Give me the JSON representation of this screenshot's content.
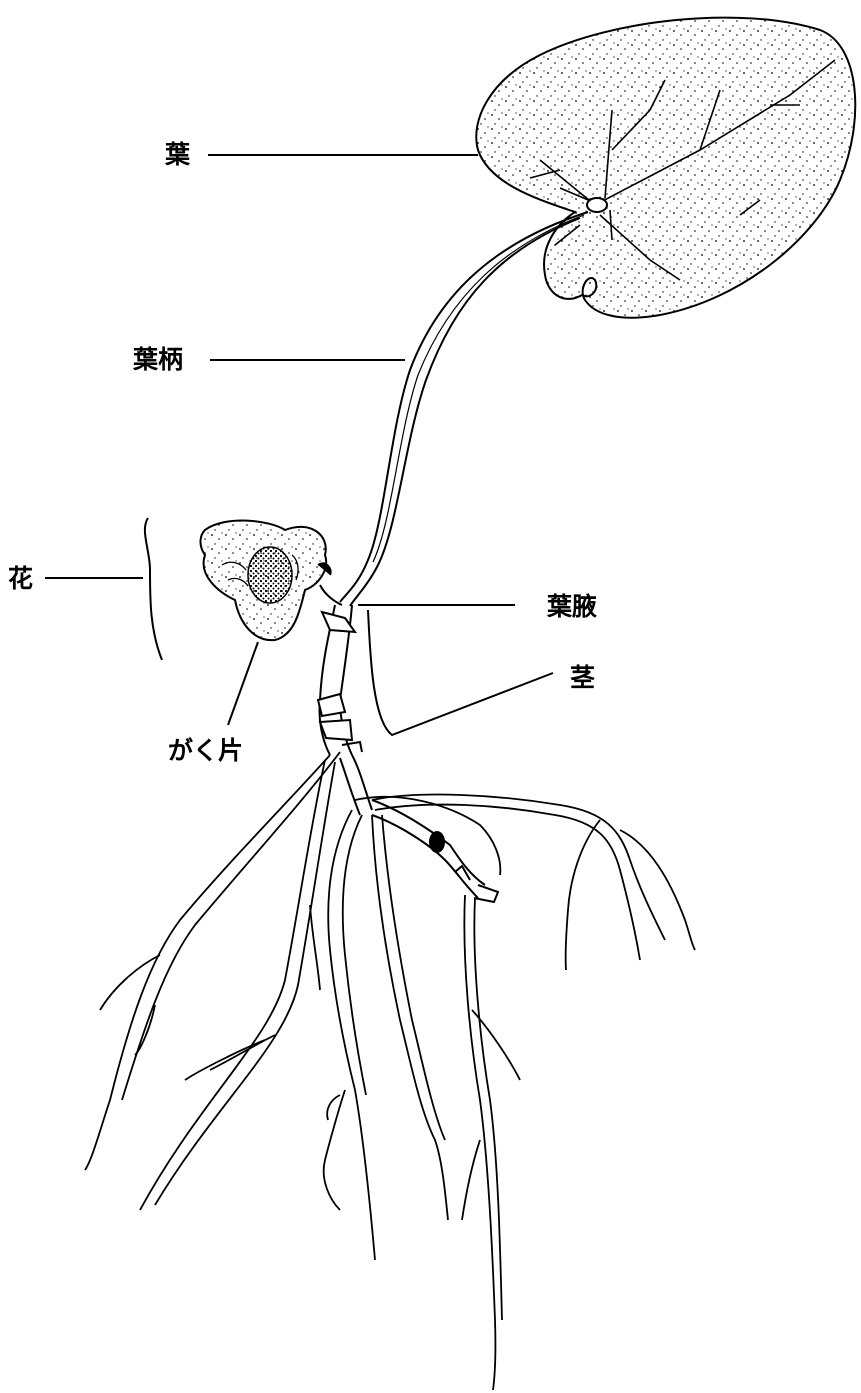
{
  "labels": {
    "leaf": "葉",
    "petiole": "葉柄",
    "flower": "花",
    "leaf_axil": "葉腋",
    "stem": "茎",
    "sepal": "がく片"
  }
}
